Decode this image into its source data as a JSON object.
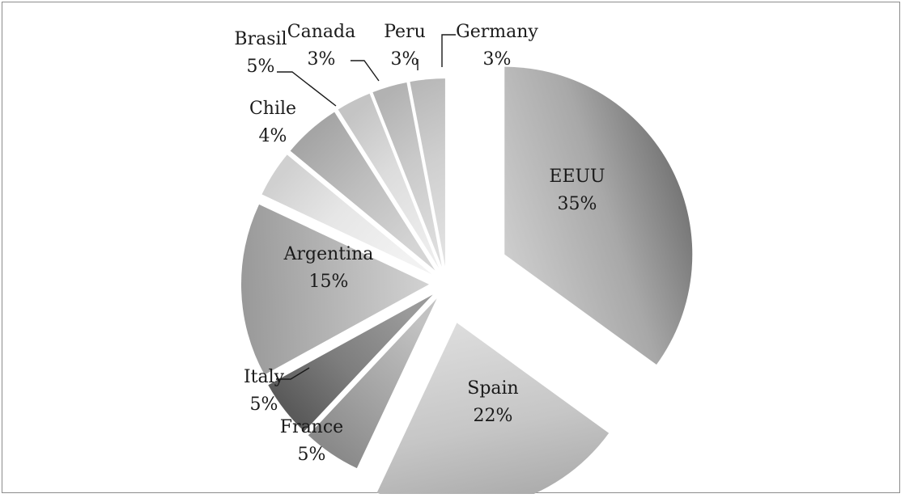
{
  "chart_data": {
    "type": "pie",
    "title": "",
    "exploded": true,
    "start_angle_deg": 0,
    "direction": "clockwise",
    "series": [
      {
        "name": "",
        "slices": [
          {
            "label": "EEUU",
            "percent_label": "35%",
            "value": 35,
            "color": "#a8a8a8",
            "dark": "#6e6e6e",
            "light": "#cdcdcd"
          },
          {
            "label": "Spain",
            "percent_label": "22%",
            "value": 22,
            "color": "#c6c6c6",
            "dark": "#a9a9a9",
            "light": "#dcdcdc"
          },
          {
            "label": "France",
            "percent_label": "5%",
            "value": 5,
            "color": "#a4a4a4",
            "dark": "#8a8a8a",
            "light": "#c2c2c2"
          },
          {
            "label": "Italy",
            "percent_label": "5%",
            "value": 5,
            "color": "#7d7d7d",
            "dark": "#5a5a5a",
            "light": "#9a9a9a"
          },
          {
            "label": "Argentina",
            "percent_label": "15%",
            "value": 15,
            "color": "#b3b3b3",
            "dark": "#999999",
            "light": "#d2d2d2"
          },
          {
            "label": "Chile",
            "percent_label": "4%",
            "value": 4,
            "color": "#e6e6e6",
            "dark": "#d0d0d0",
            "light": "#f2f2f2"
          },
          {
            "label": "Brasil",
            "percent_label": "5%",
            "value": 5,
            "color": "#bdbdbd",
            "dark": "#a5a5a5",
            "light": "#d5d5d5"
          },
          {
            "label": "Canada",
            "percent_label": "3%",
            "value": 3,
            "color": "#dcdcdc",
            "dark": "#c4c4c4",
            "light": "#ececec"
          },
          {
            "label": "Peru",
            "percent_label": "3%",
            "value": 3,
            "color": "#c9c9c9",
            "dark": "#b2b2b2",
            "light": "#dddddd"
          },
          {
            "label": "Germany",
            "percent_label": "3%",
            "value": 3,
            "color": "#cfcfcf",
            "dark": "#b8b8b8",
            "light": "#e2e2e2"
          }
        ]
      }
    ]
  }
}
